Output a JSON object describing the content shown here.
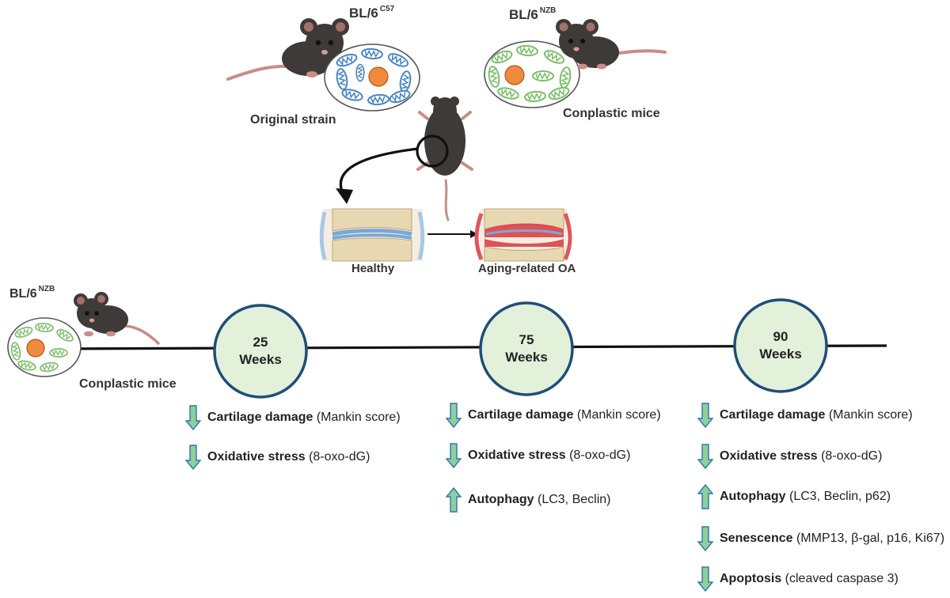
{
  "header": {
    "original_strain": {
      "name": "BL/6",
      "superscript": "C57",
      "caption": "Original strain"
    },
    "conplastic_strain": {
      "name": "BL/6",
      "superscript": "NZB",
      "caption": "Conplastic mice"
    }
  },
  "joints": {
    "healthy_label": "Healthy",
    "oa_label": "Aging-related OA"
  },
  "timeline": {
    "strain": {
      "name": "BL/6",
      "superscript": "NZB",
      "caption": "Conplastic mice"
    },
    "timepoints": [
      {
        "value": "25",
        "unit": "Weeks",
        "findings": [
          {
            "direction": "down",
            "label": "Cartilage damage",
            "detail": " (Mankin score)"
          },
          {
            "direction": "down",
            "label": "Oxidative stress",
            "detail": " (8-oxo-dG)"
          }
        ]
      },
      {
        "value": "75",
        "unit": "Weeks",
        "findings": [
          {
            "direction": "down",
            "label": "Cartilage damage",
            "detail": " (Mankin score)"
          },
          {
            "direction": "down",
            "label": "Oxidative stress",
            "detail": " (8-oxo-dG)"
          },
          {
            "direction": "up",
            "label": "Autophagy",
            "detail": " (LC3, Beclin)"
          }
        ]
      },
      {
        "value": "90",
        "unit": "Weeks",
        "findings": [
          {
            "direction": "down",
            "label": "Cartilage damage",
            "detail": " (Mankin score)"
          },
          {
            "direction": "down",
            "label": "Oxidative stress",
            "detail": " (8-oxo-dG)"
          },
          {
            "direction": "up",
            "label": "Autophagy",
            "detail": " (LC3, Beclin, p62)"
          },
          {
            "direction": "down",
            "label": "Senescence",
            "detail": " (MMP13, β-gal, p16, Ki67)"
          },
          {
            "direction": "down",
            "label": "Apoptosis",
            "detail": " (cleaved caspase 3)"
          }
        ]
      }
    ]
  },
  "colors": {
    "timepoint_fill": "#e3f0da",
    "timepoint_stroke": "#1f4e79",
    "arrow_fill": "#8fcf9a",
    "arrow_stroke": "#2e75b6",
    "mito_blue": "#4a86c5",
    "mito_green": "#7cbf6b",
    "nucleus": "#f08a3c",
    "mouse": "#3d3a38",
    "oa_red": "#d9363e"
  },
  "icons": [
    "mouse-icon",
    "cell-icon",
    "mitochondrion-icon",
    "knee-joint-icon",
    "up-arrow-icon",
    "down-arrow-icon"
  ]
}
